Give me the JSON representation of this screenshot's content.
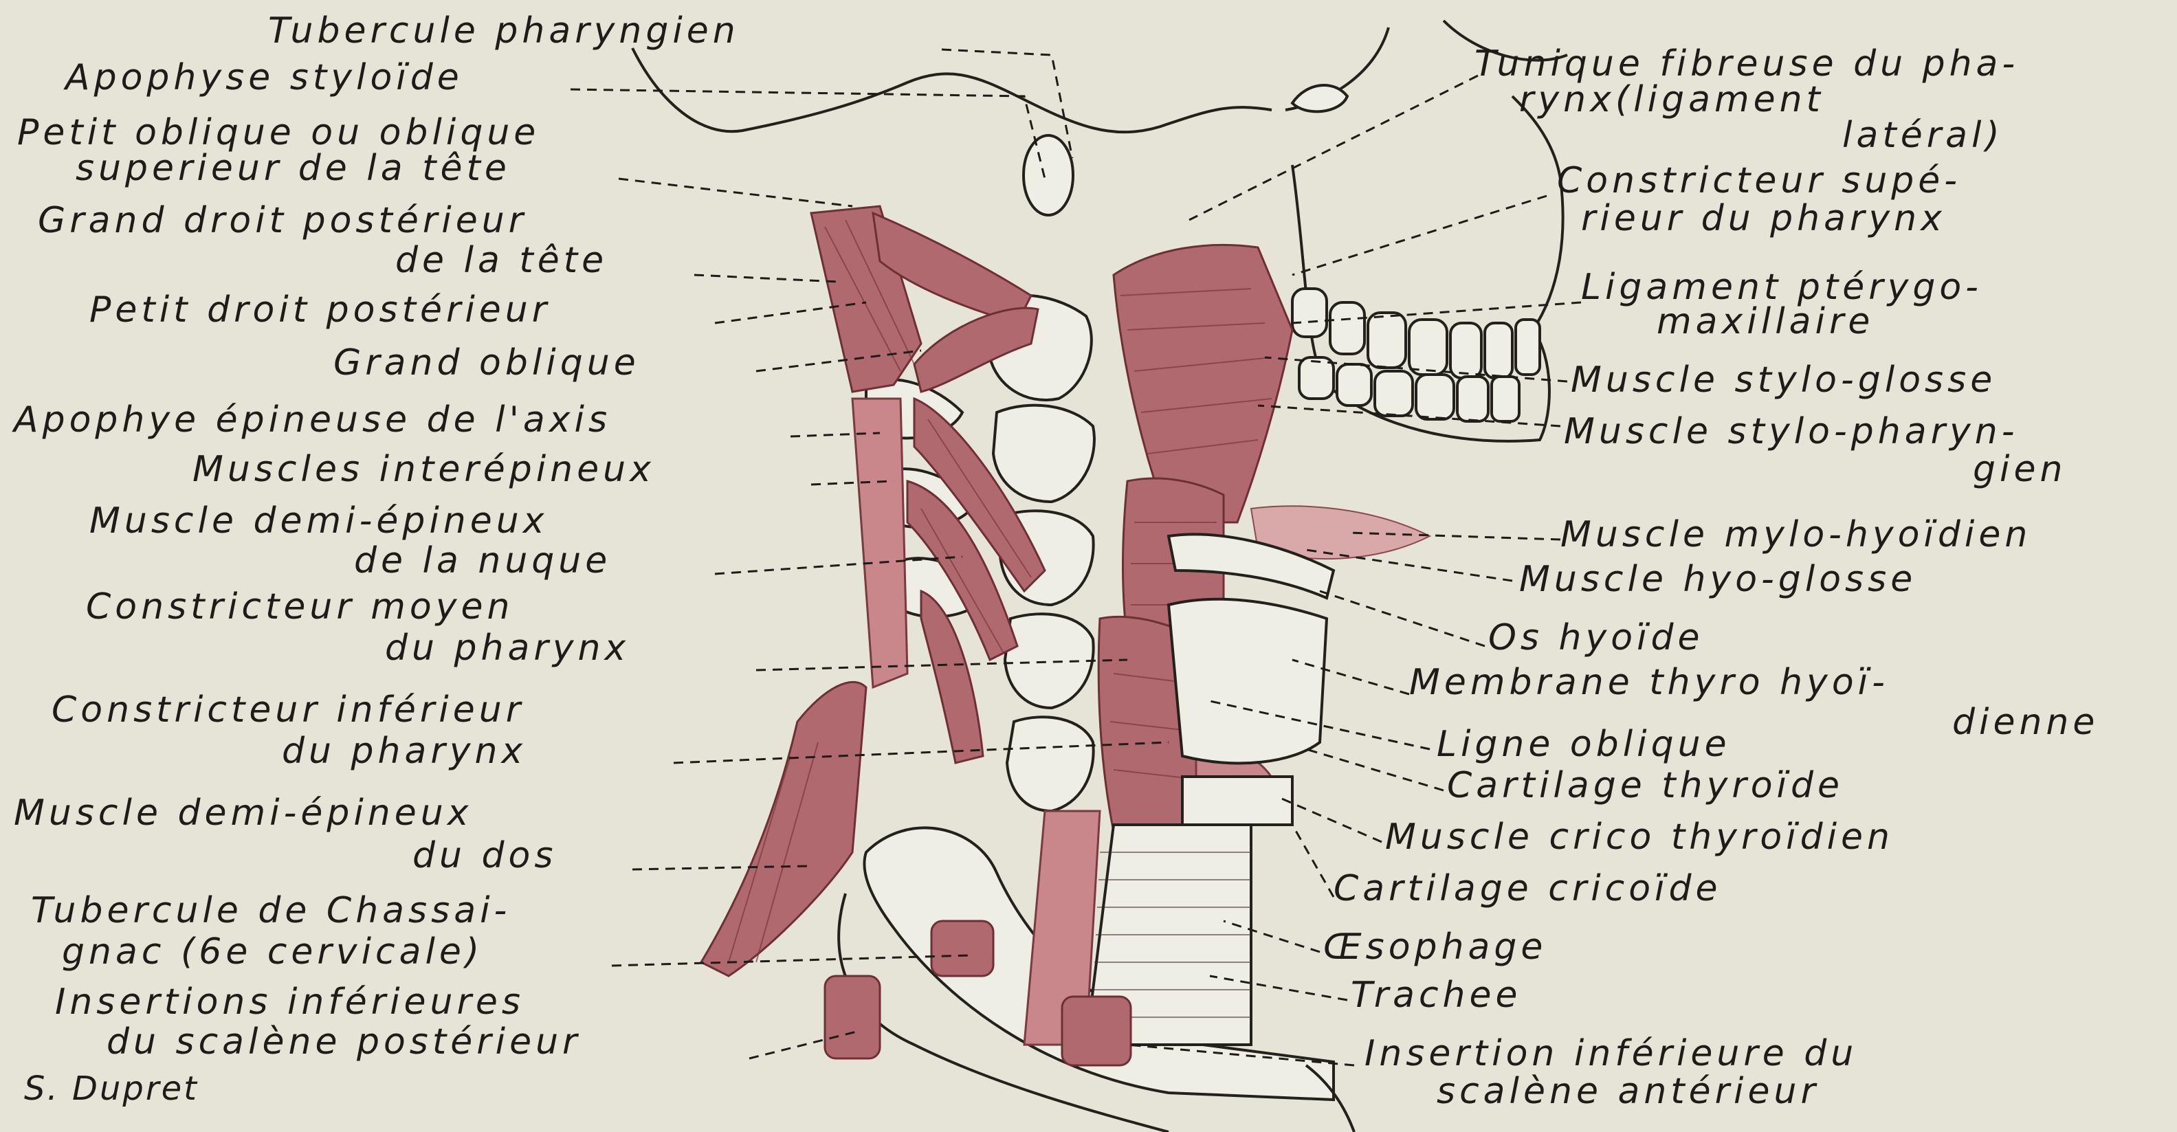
{
  "figure": {
    "signature": "S. Dupret",
    "left_labels": [
      {
        "id": "tubercule-pharyngien",
        "lines": [
          "Tubercule pharyngien"
        ]
      },
      {
        "id": "apophyse-styloide",
        "lines": [
          "Apophyse styloïde"
        ]
      },
      {
        "id": "petit-oblique",
        "lines": [
          "Petit oblique ou oblique",
          "superieur de la tête"
        ]
      },
      {
        "id": "grand-droit-posterieur",
        "lines": [
          "Grand droit postérieur",
          "de la tête"
        ]
      },
      {
        "id": "petit-droit-posterieur",
        "lines": [
          "Petit droit postérieur"
        ]
      },
      {
        "id": "grand-oblique",
        "lines": [
          "Grand oblique"
        ]
      },
      {
        "id": "apophyse-epineuse-axis",
        "lines": [
          "Apophye épineuse de l'axis"
        ]
      },
      {
        "id": "muscles-interepineux",
        "lines": [
          "Muscles interépineux"
        ]
      },
      {
        "id": "demi-epineux-nuque",
        "lines": [
          "Muscle demi-épineux",
          "de la nuque"
        ]
      },
      {
        "id": "constricteur-moyen",
        "lines": [
          "Constricteur moyen",
          "du pharynx"
        ]
      },
      {
        "id": "constricteur-inferieur",
        "lines": [
          "Constricteur inférieur",
          "du pharynx"
        ]
      },
      {
        "id": "demi-epineux-dos",
        "lines": [
          "Muscle demi-épineux",
          "du dos"
        ]
      },
      {
        "id": "tubercule-chassaignac",
        "lines": [
          "Tubercule de Chassai-",
          "gnac (6e cervicale)"
        ]
      },
      {
        "id": "insertions-scalene-posterieur",
        "lines": [
          "Insertions inférieures",
          "du scalène postérieur"
        ]
      }
    ],
    "right_labels": [
      {
        "id": "tunique-fibreuse",
        "lines": [
          "Tunique fibreuse du pha-",
          "rynx(ligament",
          "latéral)"
        ]
      },
      {
        "id": "constricteur-superieur",
        "lines": [
          "Constricteur supé-",
          "rieur du pharynx"
        ]
      },
      {
        "id": "ligament-pterygo",
        "lines": [
          "Ligament ptérygo-",
          "maxillaire"
        ]
      },
      {
        "id": "stylo-glosse",
        "lines": [
          "Muscle stylo-glosse"
        ]
      },
      {
        "id": "stylo-pharyngien",
        "lines": [
          "Muscle stylo-pharyn-",
          "gien"
        ]
      },
      {
        "id": "mylo-hyoidien",
        "lines": [
          "Muscle mylo-hyoïdien"
        ]
      },
      {
        "id": "hyo-glosse",
        "lines": [
          "Muscle hyo-glosse"
        ]
      },
      {
        "id": "os-hyoide",
        "lines": [
          "Os hyoïde"
        ]
      },
      {
        "id": "membrane-thyro-hyoidienne",
        "lines": [
          "Membrane thyro hyoï-",
          "dienne"
        ]
      },
      {
        "id": "ligne-oblique",
        "lines": [
          "Ligne oblique"
        ]
      },
      {
        "id": "cartilage-thyroide",
        "lines": [
          "Cartilage thyroïde"
        ]
      },
      {
        "id": "crico-thyroidien",
        "lines": [
          "Muscle crico thyroïdien"
        ]
      },
      {
        "id": "cartilage-cricoide",
        "lines": [
          "Cartilage cricoïde"
        ]
      },
      {
        "id": "oesophage",
        "lines": [
          "Œsophage"
        ]
      },
      {
        "id": "trachee",
        "lines": [
          "Trachee"
        ]
      },
      {
        "id": "insertion-scalene-anterieur",
        "lines": [
          "Insertion inférieure du",
          "scalène antérieur"
        ]
      }
    ],
    "colors": {
      "paper": "#e6e4d6",
      "ink": "#1e1c18",
      "muscle": "#b06a6f"
    }
  }
}
